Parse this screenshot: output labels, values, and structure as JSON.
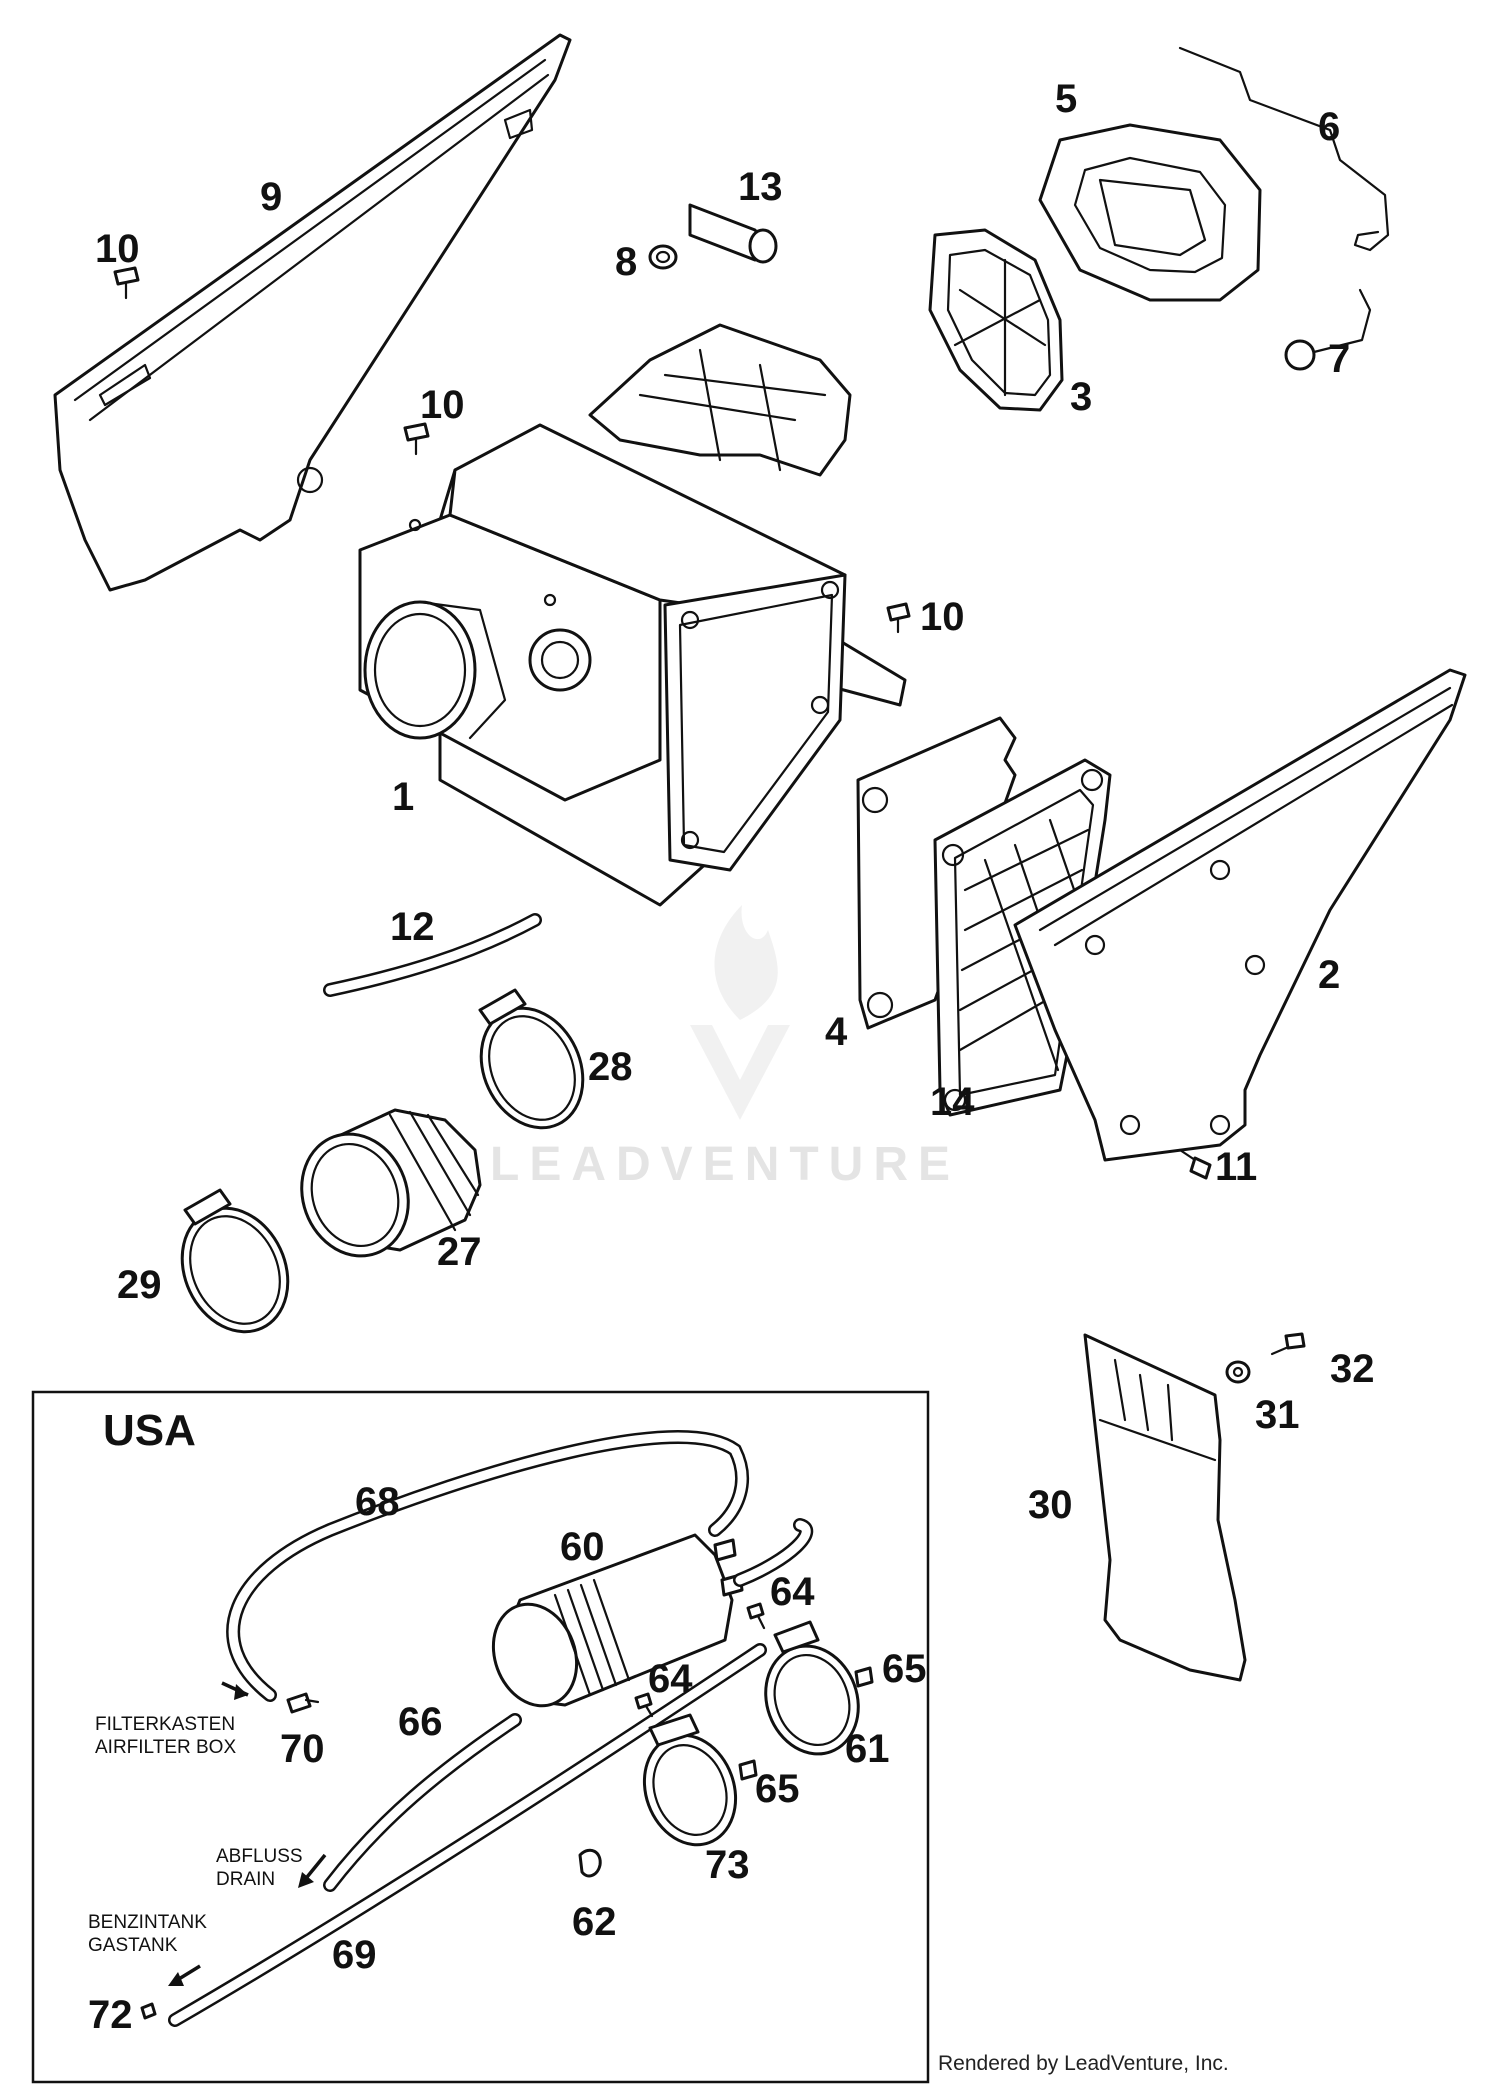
{
  "callouts": {
    "p1": "1",
    "p2": "2",
    "p3": "3",
    "p4": "4",
    "p5": "5",
    "p6": "6",
    "p7": "7",
    "p8": "8",
    "p9": "9",
    "p10a": "10",
    "p10b": "10",
    "p10c": "10",
    "p11": "11",
    "p12": "12",
    "p13": "13",
    "p14": "14",
    "p27": "27",
    "p28": "28",
    "p29": "29",
    "p30": "30",
    "p31": "31",
    "p32": "32",
    "p60": "60",
    "p61": "61",
    "p62": "62",
    "p64a": "64",
    "p64b": "64",
    "p65a": "65",
    "p65b": "65",
    "p66": "66",
    "p68": "68",
    "p69": "69",
    "p70": "70",
    "p72": "72",
    "p73": "73"
  },
  "inset": {
    "title": "USA",
    "filterbox_de": "FILTERKASTEN",
    "filterbox_en": "AIRFILTER BOX",
    "drain_de": "ABFLUSS",
    "drain_en": "DRAIN",
    "gastank_de": "BENZINTANK",
    "gastank_en": "GASTANK"
  },
  "watermark": {
    "text": "LEADVENTURE",
    "icon": "flame-logo-icon"
  },
  "footer": {
    "credit": "Rendered by LeadVenture, Inc."
  }
}
